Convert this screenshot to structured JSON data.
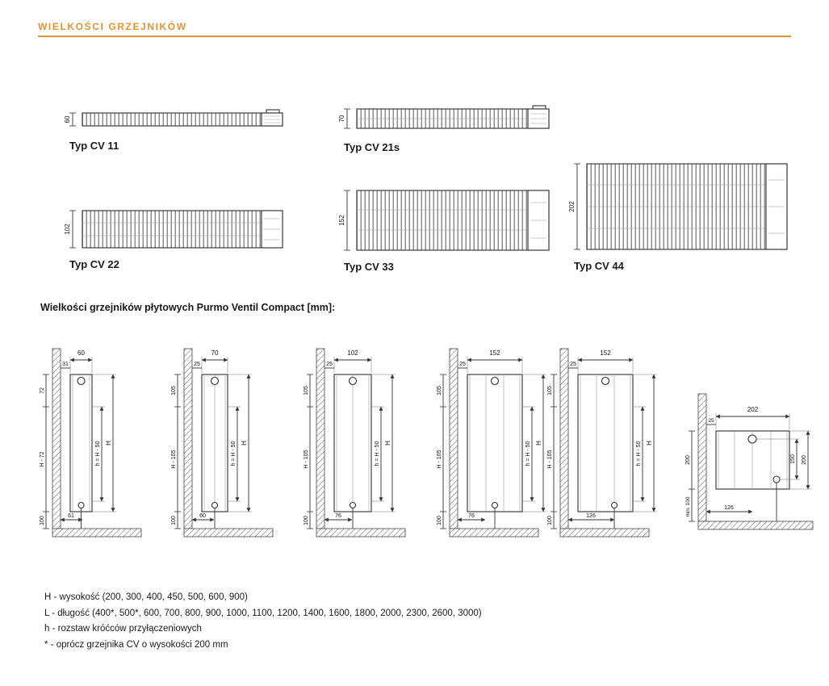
{
  "page": {
    "title": "WIELKOŚCI GRZEJNIKÓW",
    "accent_color": "#E8922E"
  },
  "cross_sections": [
    {
      "label": "Typ CV 11",
      "height_mm": "60"
    },
    {
      "label": "Typ CV 21s",
      "height_mm": "70"
    },
    {
      "label": "Typ CV 22",
      "height_mm": "102"
    },
    {
      "label": "Typ CV 33",
      "height_mm": "152"
    },
    {
      "label": "Typ CV 44",
      "height_mm": "202"
    }
  ],
  "side_section": {
    "title": "Wielkości grzejników płytowych Purmo Ventil Compact [mm]:",
    "diagrams": [
      {
        "top_width": "60",
        "wall_gap": "31",
        "top_offset": "72",
        "h_minus": "H - 72",
        "bottom_clearance": "100",
        "bottom_width": "61",
        "h_formula": "h = H - 50",
        "height_label": "H"
      },
      {
        "top_width": "70",
        "wall_gap": "25",
        "top_offset": "105",
        "h_minus": "H - 105",
        "bottom_clearance": "100",
        "bottom_width": "60",
        "h_formula": "h = H - 50",
        "height_label": "H"
      },
      {
        "top_width": "102",
        "wall_gap": "25",
        "top_offset": "105",
        "h_minus": "H - 105",
        "bottom_clearance": "100",
        "bottom_width": "76",
        "h_formula": "h = H - 50",
        "height_label": "H"
      },
      {
        "top_width": "152",
        "wall_gap": "25",
        "top_offset": "105",
        "h_minus": "H - 105",
        "bottom_clearance": "100",
        "bottom_width": "76",
        "h_formula": "h = H - 50",
        "height_label": "H"
      },
      {
        "top_width": "152",
        "wall_gap": "25",
        "top_offset": "105",
        "h_minus": "H - 105",
        "bottom_clearance": "100",
        "bottom_width": "126",
        "h_formula": "h = H - 50",
        "height_label": "H"
      }
    ],
    "corner_diagram": {
      "top_width": "202",
      "wall_gap": "25",
      "left_height": "200",
      "mid_height": "150",
      "right_height": "200",
      "min_clearance": "min. 100",
      "bottom_width": "126"
    }
  },
  "legend": {
    "lines": [
      "H - wysokość (200, 300, 400, 450, 500, 600, 900)",
      "L - długość (400*, 500*, 600, 700, 800, 900, 1000, 1100, 1200, 1400, 1600, 1800, 2000, 2300, 2600, 3000)",
      "h - rozstaw króćców przyłączeniowych",
      "* - oprócz grzejnika CV o wysokości 200 mm"
    ]
  }
}
